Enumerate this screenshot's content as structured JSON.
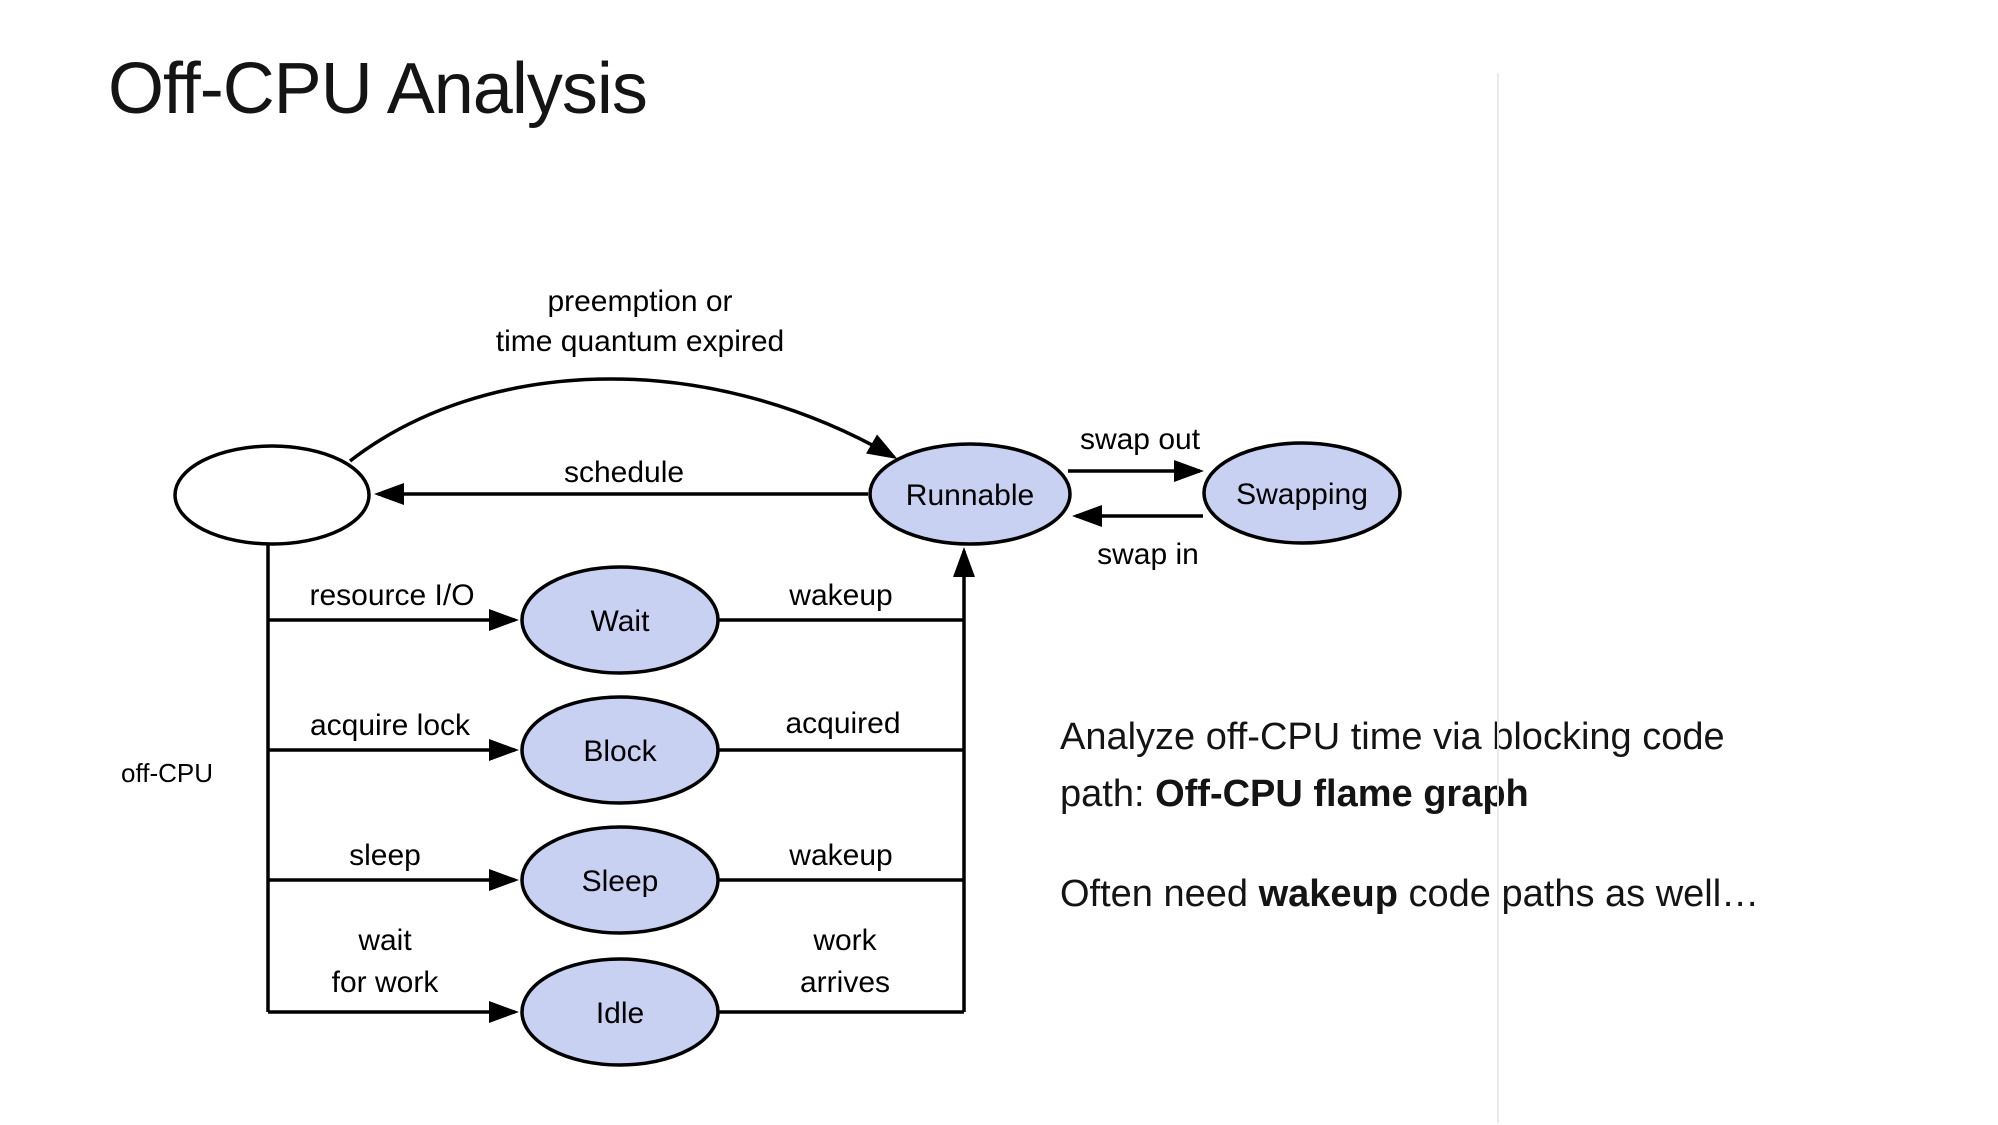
{
  "slide": {
    "title": "Off-CPU Analysis",
    "body": {
      "p1_line1": "Analyze off-CPU time via blocking code",
      "p1_line2_regular": "path: ",
      "p1_line2_bold": "Off-CPU flame graph",
      "p2_regular1": "Often need ",
      "p2_bold": "wakeup",
      "p2_regular2": " code paths as well…"
    }
  },
  "diagram": {
    "colors": {
      "state_fill": "#c9d1f3",
      "state_stroke": "#000000",
      "edge_stroke": "#000000",
      "divider": "#e9e9e9"
    },
    "states": {
      "on_cpu": {
        "label": ""
      },
      "runnable": {
        "label": "Runnable"
      },
      "swapping": {
        "label": "Swapping"
      },
      "wait": {
        "label": "Wait"
      },
      "block": {
        "label": "Block"
      },
      "sleep": {
        "label": "Sleep"
      },
      "idle": {
        "label": "Idle"
      }
    },
    "edges": {
      "preemption_line1": "preemption or",
      "preemption_line2": "time quantum expired",
      "schedule": "schedule",
      "swap_out": "swap out",
      "swap_in": "swap in",
      "resource_io": "resource I/O",
      "wakeup_from_wait": "wakeup",
      "acquire_lock": "acquire lock",
      "acquired": "acquired",
      "sleep": "sleep",
      "wakeup_from_sleep": "wakeup",
      "wait_for_work_line1": "wait",
      "wait_for_work_line2": "for work",
      "work_arrives_line1": "work",
      "work_arrives_line2": "arrives",
      "off_cpu": "off-CPU"
    }
  }
}
